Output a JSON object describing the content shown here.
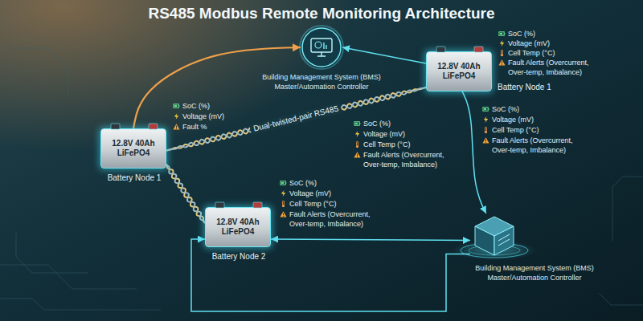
{
  "diagram": {
    "title": "RS485 Modbus Remote Monitoring Architecture",
    "nodes": [
      {
        "text": [
          "Building Management System (BMS) Master/Automation Controller"
        ]
      },
      {
        "text": [
          "12.8V 40Ah LiFePO4",
          "Battery Node 1"
        ]
      },
      {
        "text": [
          "12.8V 40Ah LiFePO4",
          "Battery Node 1"
        ]
      },
      {
        "text": [
          "12.8V 40Ah LiFePO4",
          "Battery Node 2"
        ]
      },
      {
        "text": [
          "Building Management System (BMS) Master/Automation Controller"
        ]
      }
    ],
    "edges": [
      {
        "from": 2,
        "to": 0,
        "arrow": "to"
      },
      {
        "from": 1,
        "to": 0,
        "arrow": "to"
      },
      {
        "from": 2,
        "to": 1,
        "label": "Dual-twisted-pair RS485",
        "arrow": "none"
      },
      {
        "from": 2,
        "to": 3,
        "arrow": "none"
      },
      {
        "from": 1,
        "to": 4,
        "arrow": "to"
      },
      {
        "from": 4,
        "to": 3,
        "arrow": "to"
      },
      {
        "from": 3,
        "to": 4,
        "arrow": "both"
      }
    ],
    "labels": [
      "SoC (%)",
      "Voltage (mV)",
      "Cell Temp (°C)",
      "Fault Alerts (Overcurrent, Over-temp, Imbalance)",
      "SoC (%)",
      "Voltage (mV)",
      "Cell Temp (°C)",
      "Fault Alerts (Overcurrent, Over-temp, Imbalance)",
      "SoC (%)",
      "Voltage (mV)",
      "Cell Temp (°C)",
      "Fault Alerts (Overcurrent, Over-temp, Imbalance)",
      "SoC (%)",
      "Voltage (mV)",
      "Fault %",
      "SoC (%)",
      "Voltage (mV)",
      "Cell Temp (°C)",
      "Fault Alerts (Overcurrent, Over-temp, Imbalance)"
    ]
  }
}
